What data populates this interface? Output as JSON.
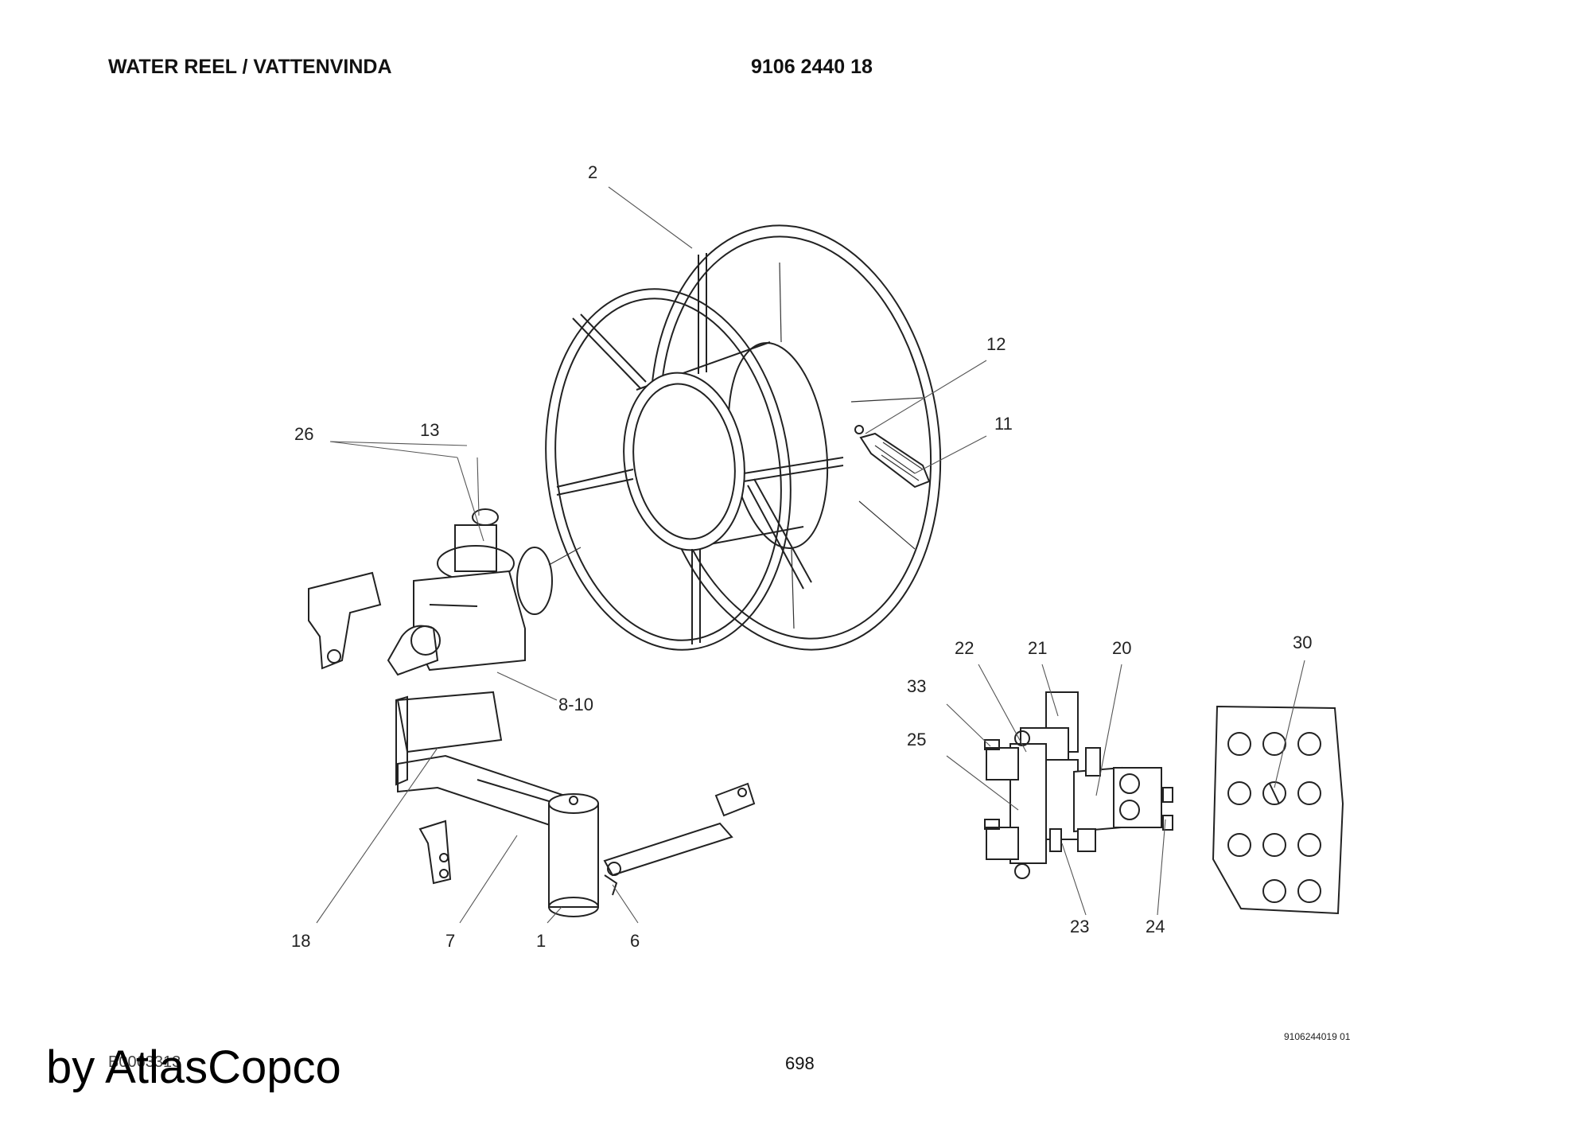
{
  "header": {
    "title": "WATER REEL / VATTENVINDA",
    "part_number": "9106 2440 18"
  },
  "callouts": {
    "c1": "1",
    "c2": "2",
    "c6": "6",
    "c7": "7",
    "c8_10": "8-10",
    "c11": "11",
    "c12": "12",
    "c13": "13",
    "c18": "18",
    "c20": "20",
    "c21": "21",
    "c22": "22",
    "c23": "23",
    "c24": "24",
    "c25": "25",
    "c26": "26",
    "c30": "30",
    "c33": "33"
  },
  "footer": {
    "doc_ref": "9106244019 01",
    "drawing_id": "B0063313",
    "page": "698",
    "brand": "by AtlasCopco"
  }
}
